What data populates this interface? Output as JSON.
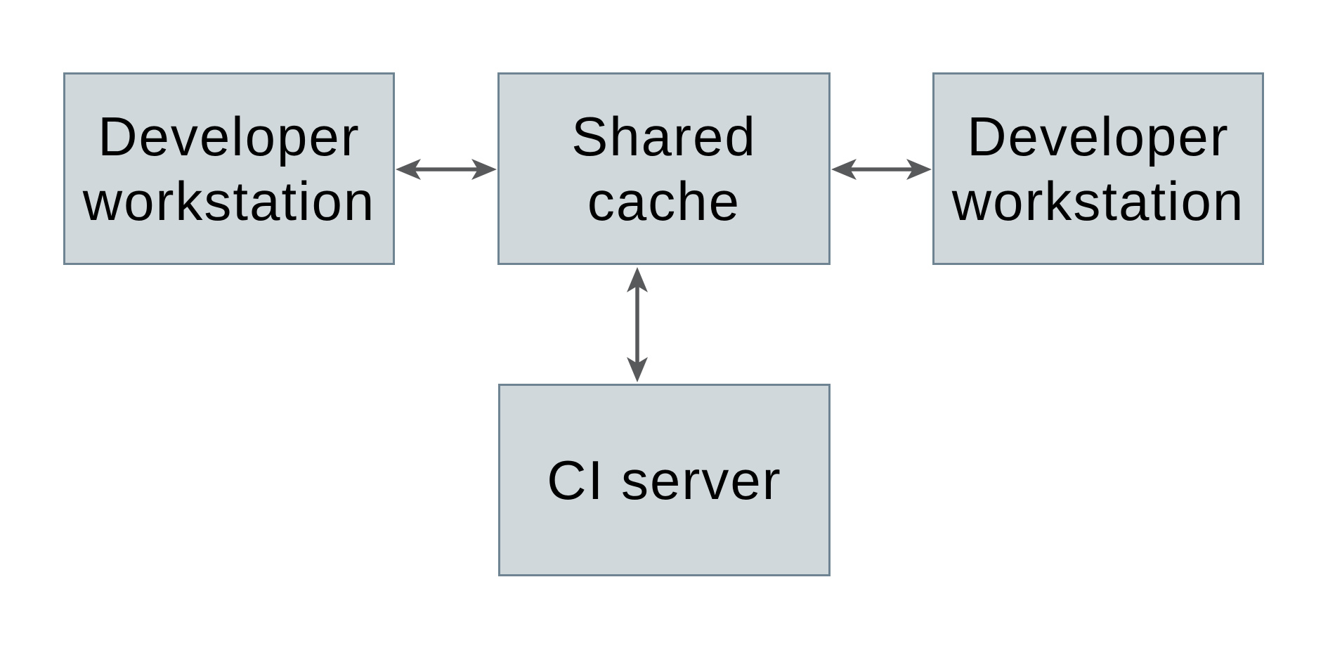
{
  "diagram": {
    "nodes": [
      {
        "id": "developer-workstation-left",
        "label": "Developer\nworkstation"
      },
      {
        "id": "shared-cache",
        "label": "Shared\ncache"
      },
      {
        "id": "developer-workstation-right",
        "label": "Developer\nworkstation"
      },
      {
        "id": "ci-server",
        "label": "CI server"
      }
    ],
    "edges": [
      {
        "from": "developer-workstation-left",
        "to": "shared-cache",
        "bidirectional": true
      },
      {
        "from": "shared-cache",
        "to": "developer-workstation-right",
        "bidirectional": true
      },
      {
        "from": "shared-cache",
        "to": "ci-server",
        "bidirectional": true
      }
    ],
    "colors": {
      "background": "#ffffff",
      "node_fill": "#d1d8db",
      "node_border": "#6e8492",
      "arrow": "#58595b",
      "text": "#000000"
    }
  }
}
